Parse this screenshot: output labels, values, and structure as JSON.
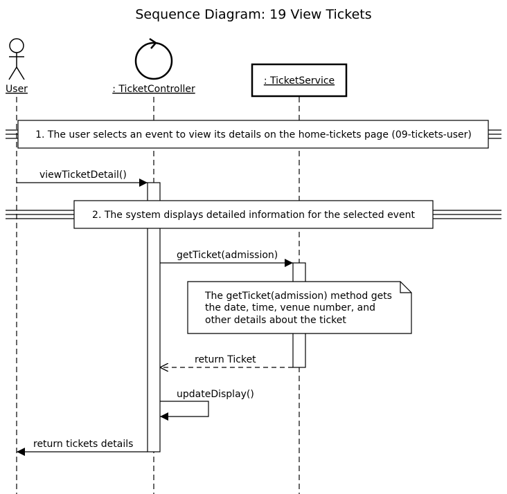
{
  "title": "Sequence Diagram: 19 View Tickets",
  "participants": [
    {
      "id": "user",
      "label": "User",
      "kind": "actor"
    },
    {
      "id": "controller",
      "label": ": TicketController",
      "kind": "control"
    },
    {
      "id": "service",
      "label": ": TicketService",
      "kind": "boundary-box"
    }
  ],
  "steps": [
    {
      "id": "step1",
      "text": "1. The user selects an event to view its details on the home-tickets page (09-tickets-user)"
    },
    {
      "id": "step2",
      "text": "2. The system displays detailed information for the selected event"
    }
  ],
  "messages": [
    {
      "id": "msg1",
      "label": "viewTicketDetail()",
      "from": "user",
      "to": "controller",
      "kind": "sync"
    },
    {
      "id": "msg2",
      "label": "getTicket(admission)",
      "from": "controller",
      "to": "service",
      "kind": "sync"
    },
    {
      "id": "msg3",
      "label": "return Ticket",
      "from": "service",
      "to": "controller",
      "kind": "return"
    },
    {
      "id": "msg4",
      "label": "updateDisplay()",
      "from": "controller",
      "to": "controller",
      "kind": "self"
    },
    {
      "id": "msg5",
      "label": "return tickets details",
      "from": "controller",
      "to": "user",
      "kind": "return"
    }
  ],
  "note": {
    "lines": [
      "The getTicket(admission) method gets",
      "the date, time, venue number, and",
      "other details about the ticket"
    ]
  }
}
